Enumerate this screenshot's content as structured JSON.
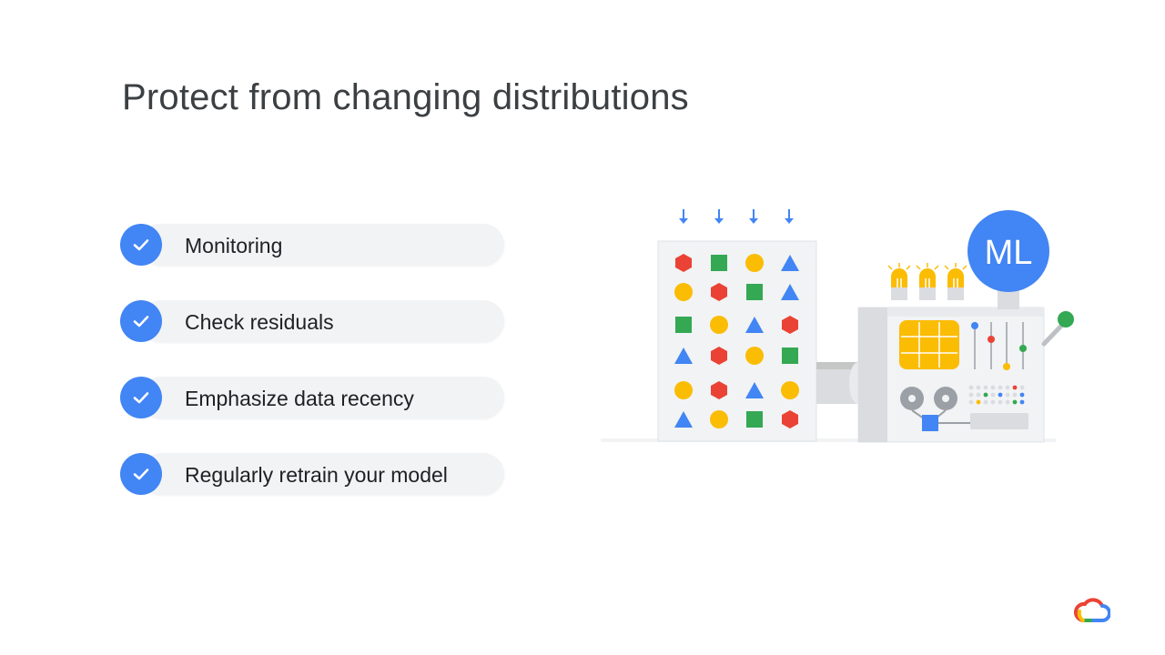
{
  "slide": {
    "title": "Protect from changing distributions"
  },
  "checklist": {
    "items": [
      {
        "label": "Monitoring"
      },
      {
        "label": "Check residuals"
      },
      {
        "label": "Emphasize data recency"
      },
      {
        "label": "Regularly retrain your model"
      }
    ]
  },
  "illustration": {
    "badge_text": "ML"
  },
  "colors": {
    "blue": "#4285f4",
    "red": "#ea4335",
    "yellow": "#fbbc04",
    "green": "#34a853",
    "pill_bg": "#f1f3f4",
    "title": "#3c4043"
  },
  "icons": [
    "check-icon",
    "google-cloud-logo-icon"
  ]
}
